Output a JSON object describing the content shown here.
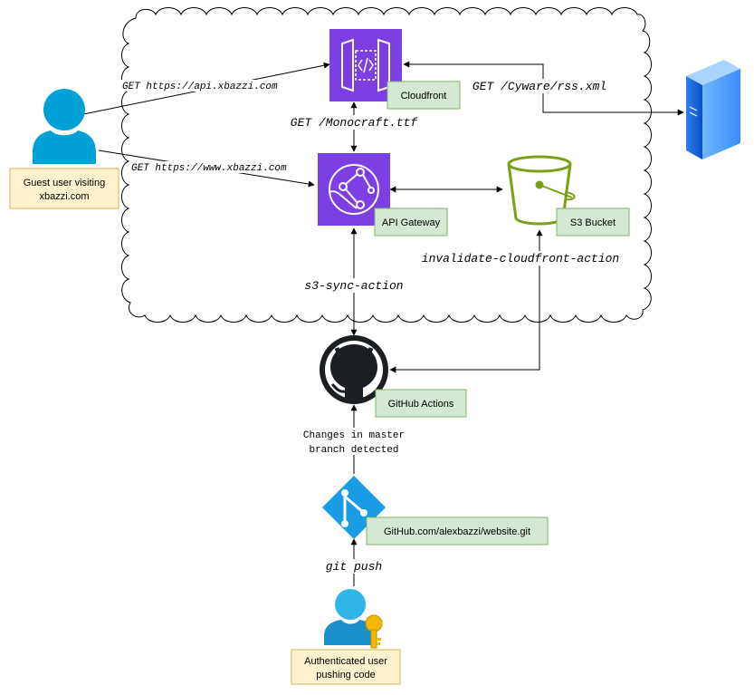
{
  "nodes": {
    "cloudfront": {
      "label": "Cloudfront",
      "icon": "api-gateway-icon",
      "color": "#7B3FE4"
    },
    "api_gateway": {
      "label": "API Gateway",
      "icon": "cloudfront-icon",
      "color": "#7B3FE4"
    },
    "s3_bucket": {
      "label": "S3 Bucket",
      "icon": "bucket-icon",
      "color": "#7AA116"
    },
    "github_actions": {
      "label": "GitHub Actions",
      "icon": "github-octocat-icon"
    },
    "repo": {
      "label": "GitHub.com/alexbazzi/website.git",
      "icon": "git-icon",
      "color": "#1A9BE6"
    },
    "guest_user": {
      "label_line1": "Guest user visiting",
      "label_line2": "xbazzi.com",
      "icon": "user-icon"
    },
    "auth_user": {
      "label_line1": "Authenticated user",
      "label_line2": "pushing code",
      "icon": "user-key-icon"
    },
    "server": {
      "icon": "server-icon"
    }
  },
  "edges": {
    "get_api": "GET https://api.xbazzi.com",
    "get_www": "GET https://www.xbazzi.com",
    "get_font": "GET /Monocraft.ttf",
    "get_rss": "GET /Cyware/rss.xml",
    "invalidate": "invalidate-cloudfront-action",
    "s3_sync": "s3-sync-action",
    "changes_line1": "Changes in master",
    "changes_line2": "branch detected",
    "git_push": "git push"
  },
  "colors": {
    "label_box_fill": "#D5E8D4",
    "label_box_stroke": "#82B366",
    "user_box_fill": "#FFF2CC",
    "user_box_stroke": "#D6B656",
    "user_blue": "#00A1D6"
  }
}
